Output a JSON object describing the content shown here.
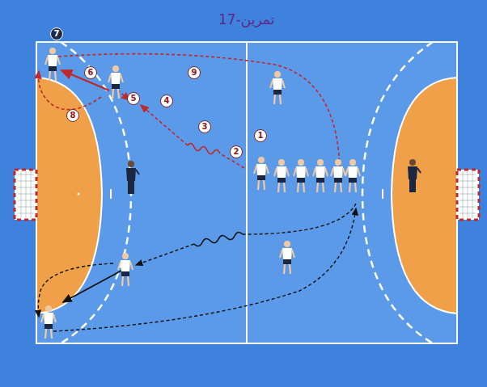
{
  "diagram": {
    "title": "تمرين-17",
    "labels": [
      "1",
      "2",
      "3",
      "4",
      "5",
      "6",
      "7",
      "8",
      "9"
    ]
  }
}
